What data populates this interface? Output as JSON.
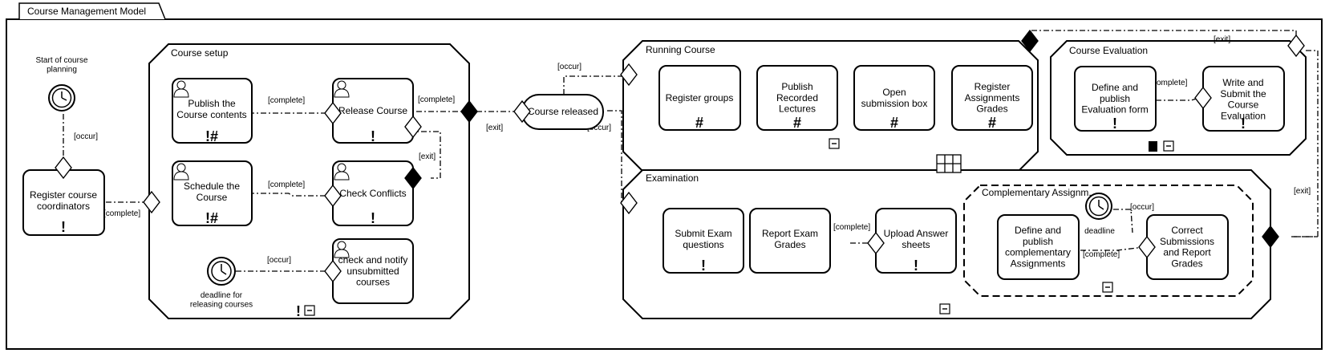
{
  "title": "Course Management Model",
  "events": {
    "start": "Start of course\nplanning",
    "deadline_releasing": "deadline for\nreleasing courses",
    "course_released": "Course released",
    "deadline": "deadline"
  },
  "stages": {
    "course_setup": "Course setup",
    "running_course": "Running Course",
    "course_evaluation": "Course Evaluation",
    "examination": "Examination",
    "complementary": "Complementary Assignm..."
  },
  "tasks": {
    "register_coordinators": "Register course\ncoordinators",
    "publish_contents": "Publish the\nCourse contents",
    "release_course": "Release Course",
    "schedule_course": "Schedule the\nCourse",
    "check_conflicts": "Check Conflicts",
    "check_notify": "check and notify\nunsubmitted\ncourses",
    "register_groups": "Register groups",
    "publish_lectures": "Publish\nRecorded\nLectures",
    "open_submission": "Open\nsubmission box",
    "register_grades": "Register\nAssignments\nGrades",
    "define_evaluation": "Define and\npublish\nEvaluation form",
    "write_evaluation": "Write and\nSubmit the\nCourse\nEvaluation",
    "submit_exam": "Submit Exam\nquestions",
    "report_exam": "Report Exam\nGrades",
    "upload_answers": "Upload Answer\nsheets",
    "define_complementary": "Define and\npublish\ncomplementary\nAssignments",
    "correct_submissions": "Correct\nSubmissions\nand Report\nGrades"
  },
  "labels": {
    "occur": "[occur]",
    "complete": "[complete]",
    "exit": "[exit]",
    "complete_nobracket": "complete]"
  },
  "markers": {
    "required": "!",
    "repetition": "#",
    "required_repetition": "!#"
  }
}
